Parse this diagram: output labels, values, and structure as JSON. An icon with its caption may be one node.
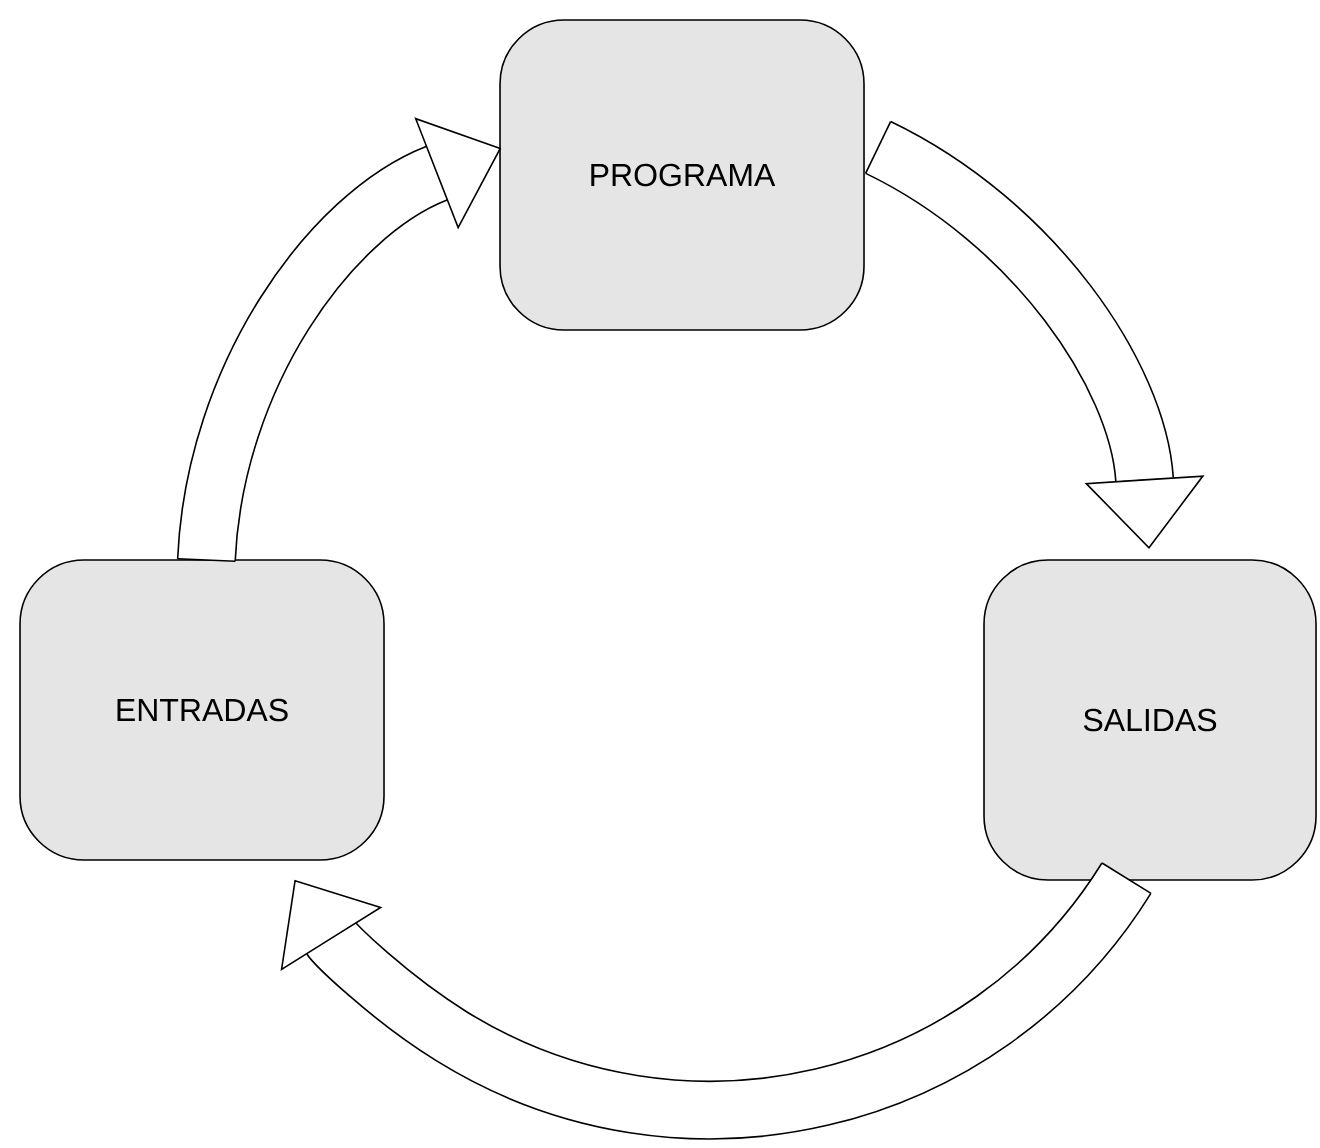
{
  "diagram": {
    "nodes": [
      {
        "text": [
          "PROGRAMA"
        ]
      },
      {
        "text": [
          "ENTRADAS"
        ]
      },
      {
        "text": [
          "SALIDAS"
        ]
      }
    ],
    "edges": [
      {
        "from": 1,
        "to": 0,
        "arrow": "to"
      },
      {
        "from": 0,
        "to": 2,
        "arrow": "to"
      },
      {
        "from": 2,
        "to": 1,
        "arrow": "to"
      }
    ]
  }
}
